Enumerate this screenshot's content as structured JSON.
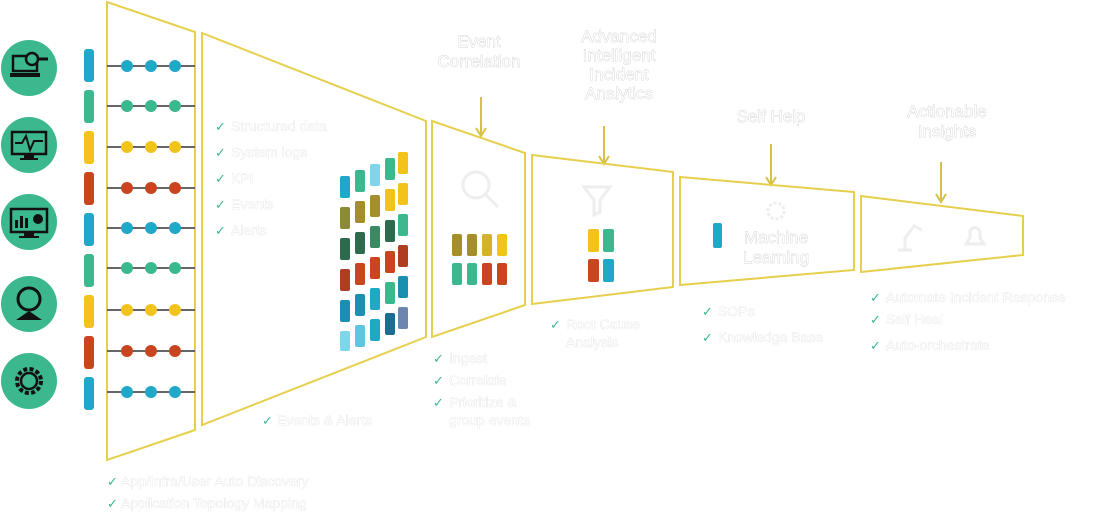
{
  "colors": {
    "teal_circle": "#3cb88e",
    "yellow_outline": "#e6cf4c",
    "check": "#3cb88e",
    "blue": "#20a8c8",
    "green": "#3cb88e",
    "yellow": "#f2c31b",
    "red": "#c9451f"
  },
  "source_icons": [
    {
      "name": "laptop-search-icon"
    },
    {
      "name": "monitor-pulse-icon"
    },
    {
      "name": "dashboard-chart-icon"
    },
    {
      "name": "webcam-icon"
    },
    {
      "name": "gear-icon"
    }
  ],
  "rows": [
    "blue",
    "green",
    "yellow",
    "red",
    "blue",
    "green",
    "yellow",
    "red",
    "blue"
  ],
  "discovery": {
    "items": [
      "App/Infra/User Auto Discovery",
      "Application Topology Mapping"
    ]
  },
  "data_sources": {
    "items": [
      "Structured data",
      "System logs",
      "KPI",
      "Events",
      "Alerts"
    ]
  },
  "events_alerts": {
    "label": "Events & Alerts"
  },
  "event_correlation": {
    "title_lines": [
      "Event",
      "Correlation"
    ],
    "items": [
      "Ingest",
      "Correlate"
    ],
    "multi_item": [
      "Prioritize &",
      "group events"
    ]
  },
  "incident_analytics": {
    "title_lines": [
      "Advanced",
      "Intelligent",
      "Incident",
      "Analytics"
    ],
    "items_lines": [
      "Root Cause",
      "Analysis"
    ]
  },
  "self_help": {
    "title": "Self Help",
    "center_lines": [
      "Machine",
      "Learning"
    ],
    "items": [
      "SOPs",
      "Knowledge Base"
    ]
  },
  "actionable_insights": {
    "title_lines": [
      "Actionable",
      "Insights"
    ],
    "items": [
      "Automate Incident Response",
      "Self Heal",
      "Auto-orchestrate"
    ]
  }
}
